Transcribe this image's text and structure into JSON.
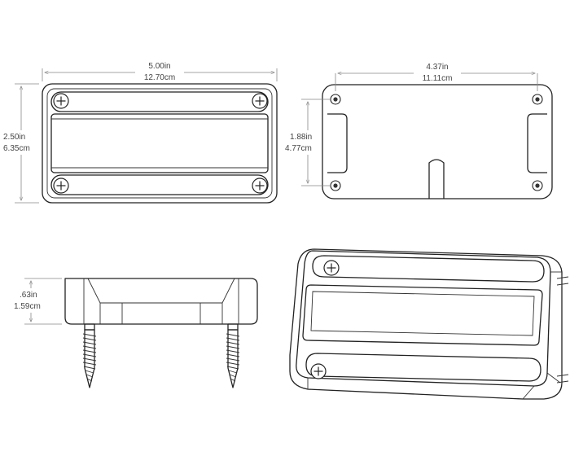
{
  "dimensions": {
    "front_width_in": "5.00in",
    "front_width_cm": "12.70cm",
    "front_height_in": "2.50in",
    "front_height_cm": "6.35cm",
    "back_width_in": "4.37in",
    "back_width_cm": "11.11cm",
    "back_height_in": "1.88in",
    "back_height_cm": "4.77cm",
    "side_depth_in": ".63in",
    "side_depth_cm": "1.59cm"
  }
}
